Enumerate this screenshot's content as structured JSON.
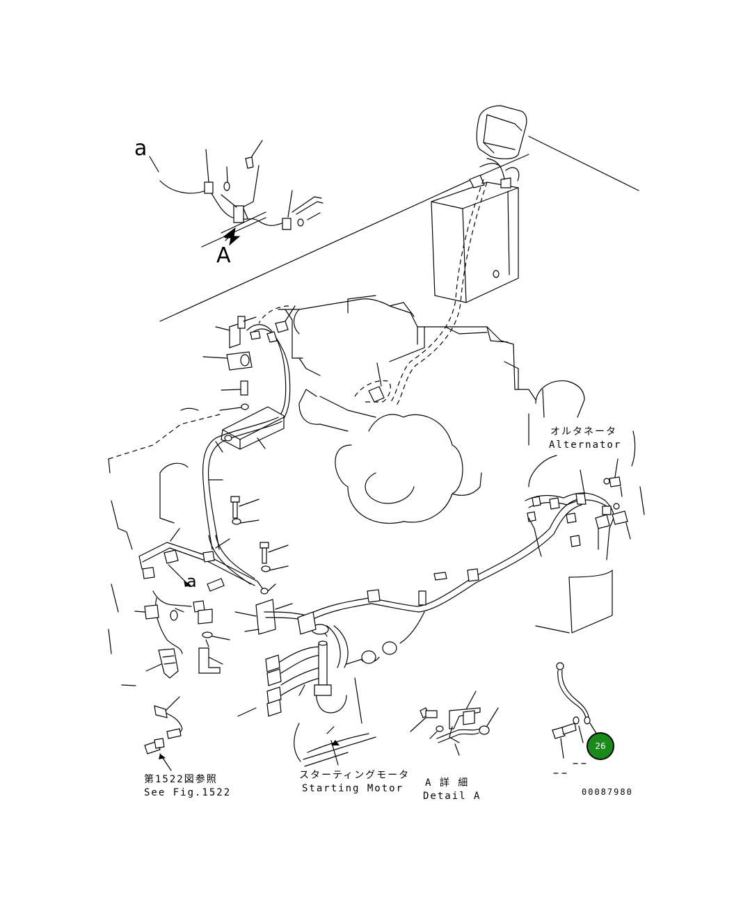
{
  "labels": {
    "small_a_top": "a",
    "view_A": "A",
    "small_a_mid": "a",
    "alternator_jp": "オルタネータ",
    "alternator_en": "Alternator",
    "starting_motor_jp": "スターティングモータ",
    "starting_motor_en": "Starting Motor",
    "see_fig_jp": "第1522図参照",
    "see_fig_en": "See Fig.1522",
    "detail_jp": "A 詳 細",
    "detail_en": "Detail A",
    "drawing_number": "00087980"
  },
  "callout": {
    "number": "26",
    "color": "#1a8a1a"
  }
}
